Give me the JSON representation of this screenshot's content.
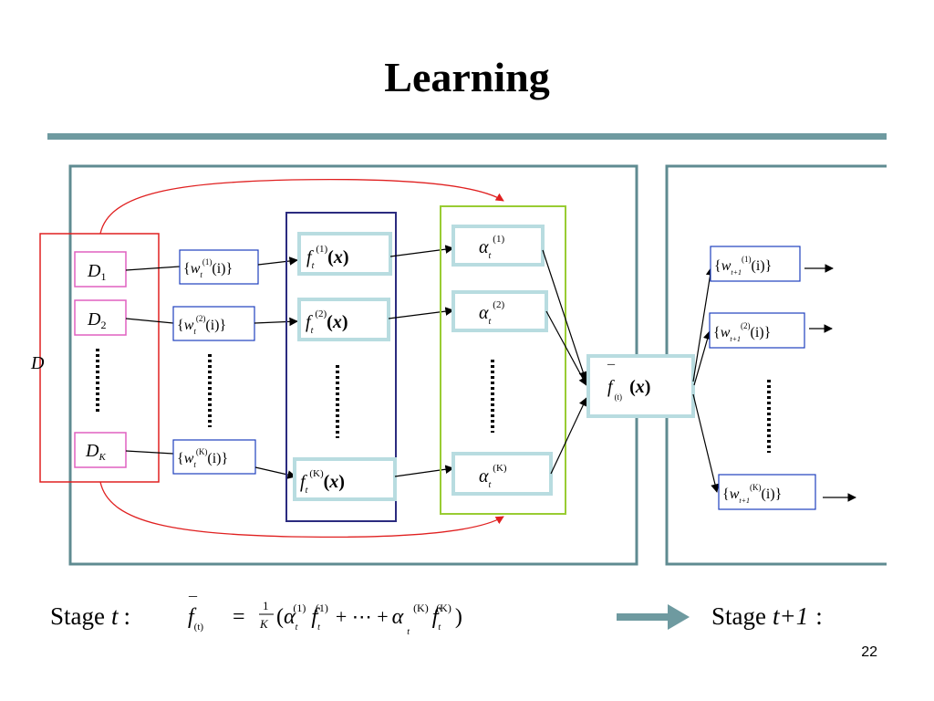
{
  "title": "Learning",
  "page_number": "22",
  "colors": {
    "rule": "#6e9aa0",
    "panel_border": "#5f8b91",
    "data_box": "#e02020",
    "subset_box": "#e060c0",
    "weight_box": "#1f3fbf",
    "classifier_group": "#2b2b7f",
    "cell_border": "#b8dce0",
    "alpha_group": "#99cc33",
    "curve": "#e02020"
  },
  "labels": {
    "D": "D",
    "D_sym": "D",
    "subset_sub1": "1",
    "subset_sub2": "2",
    "subset_subK": "K",
    "w": "w",
    "sub_t": "t",
    "sub_t1": "t+1",
    "sup1": "(1)",
    "sup2": "(2)",
    "supK": "(K)",
    "lbrace": "{",
    "rbrace": "}",
    "arg_i": "(i)",
    "f": "f",
    "x": "x",
    "alpha": "α",
    "fbar_sub": "(t)",
    "paren_open": "(",
    "paren_close": ")"
  },
  "formula": {
    "stage_word": "Stage",
    "t": "t",
    "colon": ":",
    "eq": "=",
    "frac_num": "1",
    "frac_den": "K",
    "plus_dots": "+ ⋯ +",
    "rparen": ")",
    "stage_next": "Stage",
    "t_plus_1": "t+1",
    "colon2": ":"
  }
}
